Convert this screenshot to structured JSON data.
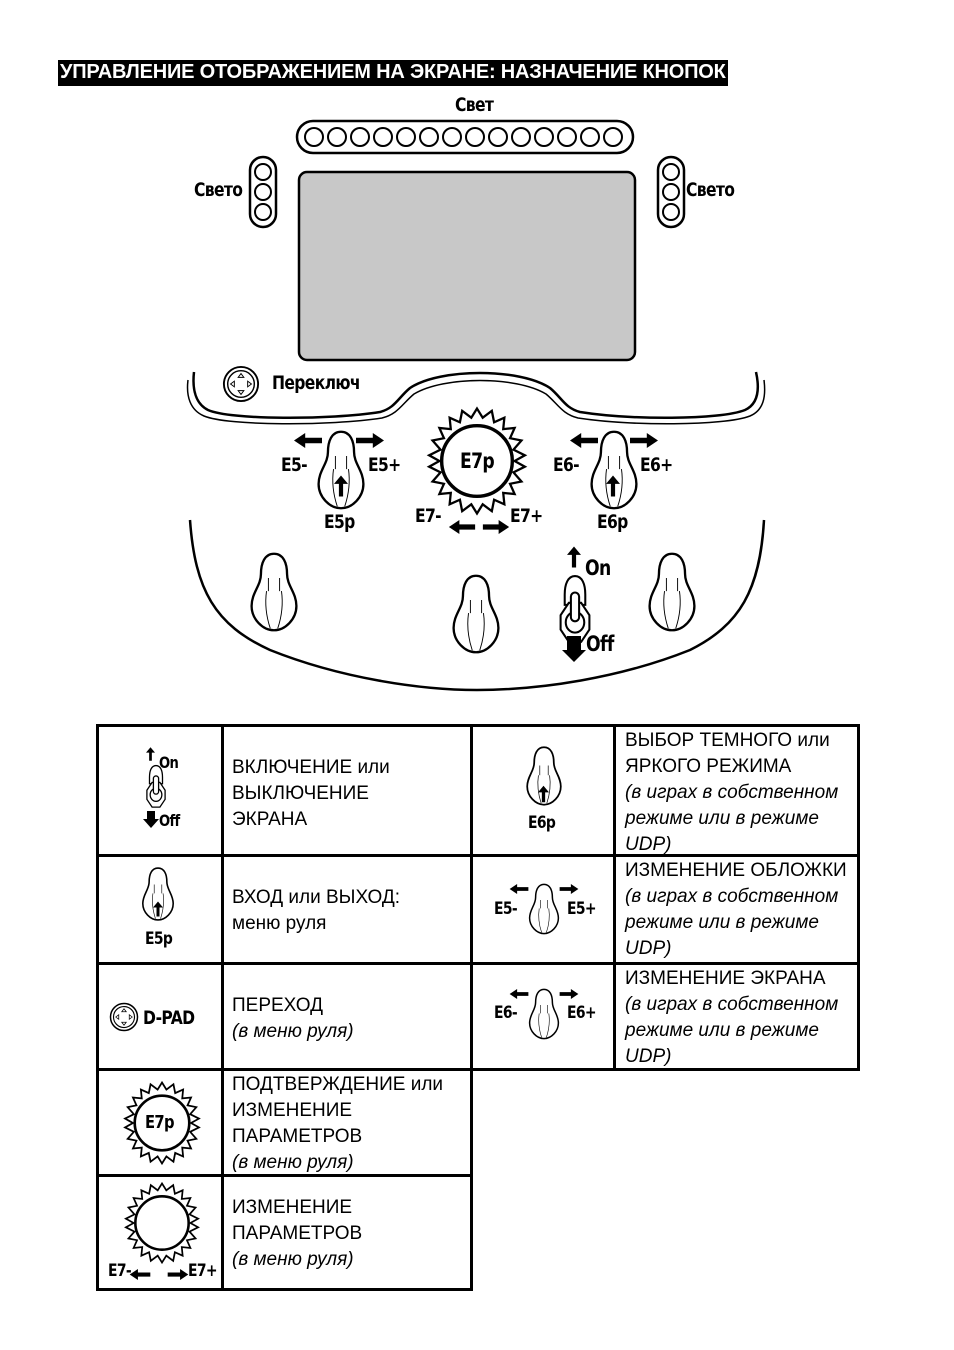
{
  "page_title": "УПРАВЛЕНИЕ ОТОБРАЖЕНИЕМ НА ЭКРАНЕ: НАЗНАЧЕНИЕ КНОПОК",
  "diagram": {
    "light_top": "Свет",
    "light_left": "Свето",
    "light_right": "Свето",
    "dpad_label": "Переключ",
    "e5_minus": "E5-",
    "e5_plus": "E5+",
    "e5p": "E5p",
    "e7p": "E7p",
    "e7_minus": "E7-",
    "e7_plus": "E7+",
    "e6_minus": "E6-",
    "e6_plus": "E6+",
    "e6p": "E6p",
    "on": "On",
    "off": "Off"
  },
  "table": {
    "left": [
      {
        "icon": "toggle-switch-icon",
        "icon_on": "On",
        "icon_off": "Off",
        "line1": "ВКЛЮЧЕНИЕ или",
        "line2": "ВЫКЛЮЧЕНИЕ",
        "line3": "ЭКРАНА"
      },
      {
        "icon": "paddle-push-icon",
        "icon_label": "E5p",
        "line1": "ВХОД или ВЫХОД:",
        "line2": "меню руля"
      },
      {
        "icon": "dpad-icon",
        "icon_label": "D-PAD",
        "line1": "ПЕРЕХОД",
        "line2": "(в меню руля)"
      },
      {
        "icon": "encoder-push-icon",
        "icon_label": "E7p",
        "line1": "ПОДТВЕРЖДЕНИЕ или",
        "line2": "ИЗМЕНЕНИЕ",
        "line3": "ПАРАМЕТРОВ",
        "line4": "(в меню руля)"
      },
      {
        "icon": "encoder-rotate-icon",
        "icon_minus": "E7-",
        "icon_plus": "E7+",
        "line1": "ИЗМЕНЕНИЕ",
        "line2": "ПАРАМЕТРОВ",
        "line3": "(в меню руля)"
      }
    ],
    "right": [
      {
        "icon": "paddle-push-icon",
        "icon_label": "E6p",
        "line1": "ВЫБОР ТЕМНОГО или",
        "line2": "ЯРКОГО РЕЖИМА",
        "line3": "(в играх в собственном",
        "line4": "режиме или в режиме",
        "line5": "UDP)"
      },
      {
        "icon": "paddle-turn-icon",
        "icon_minus": "E5-",
        "icon_plus": "E5+",
        "line1": "ИЗМЕНЕНИЕ ОБЛОЖКИ",
        "line2": "(в играх в собственном",
        "line3": "режиме или в режиме",
        "line4": "UDP)"
      },
      {
        "icon": "paddle-turn-icon",
        "icon_minus": "E6-",
        "icon_plus": "E6+",
        "line1": "ИЗМЕНЕНИЕ ЭКРАНА",
        "line2": "(в играх в собственном",
        "line3": "режиме или в режиме",
        "line4": "UDP)"
      }
    ]
  }
}
